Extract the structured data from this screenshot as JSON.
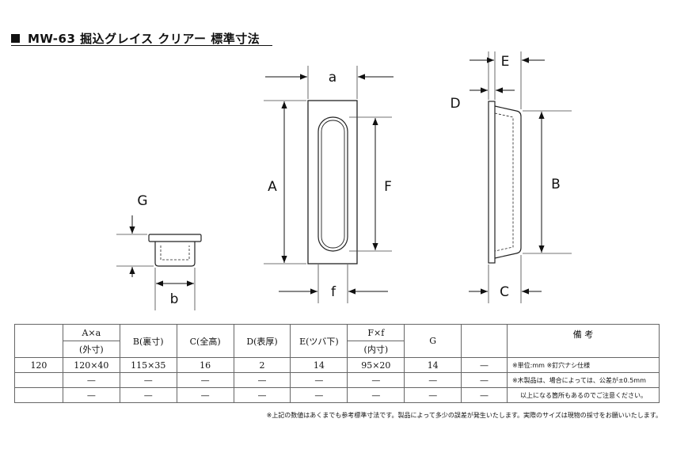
{
  "title": "MW-63 掘込グレイス クリアー 標準寸法",
  "dimension_labels": {
    "a": "a",
    "A": "A",
    "F": "F",
    "f": "f",
    "G": "G",
    "b": "b",
    "E": "E",
    "D": "D",
    "B": "B",
    "C": "C"
  },
  "table": {
    "headers": {
      "col1_top": "A×a",
      "col1_bottom": "(外寸)",
      "col2": "B(裏寸)",
      "col3": "C(全高)",
      "col4": "D(表厚)",
      "col5": "E(ツバ下)",
      "col6_top": "F×f",
      "col6_bottom": "(内寸)",
      "col7": "G",
      "remarks": "備 考"
    },
    "rows": [
      [
        "120",
        "120×40",
        "115×35",
        "16",
        "2",
        "14",
        "95×20",
        "14",
        "—"
      ],
      [
        "",
        "—",
        "—",
        "—",
        "—",
        "—",
        "—",
        "—",
        "—"
      ],
      [
        "",
        "—",
        "—",
        "—",
        "—",
        "—",
        "—",
        "—",
        "—"
      ]
    ],
    "notes": [
      "※単位:mm ※釘穴ナシ仕様",
      "※木製品は、場合によっては、公差が±0.5mm",
      "以上になる箇所もあるのでご注意ください。"
    ]
  },
  "footnote": "※上記の数値はあくまでも参考標準寸法です。製品によって多少の誤差が発生いたします。実際のサイズは現物の採寸をお願いいたします。"
}
